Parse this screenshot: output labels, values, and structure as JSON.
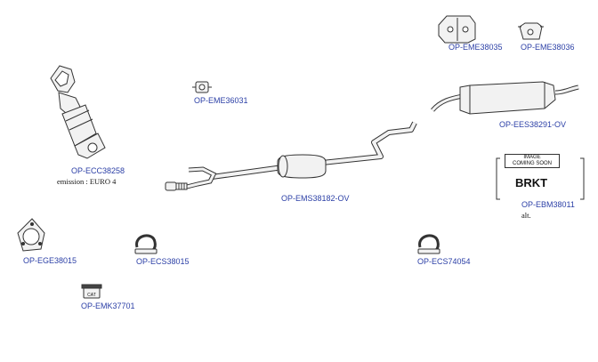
{
  "parts": {
    "catalyst": {
      "code": "OP-ECC38258",
      "note": "emission : EURO 4"
    },
    "mount_36031": {
      "code": "OP-EME36031"
    },
    "mount_38035": {
      "code": "OP-EME38035"
    },
    "mount_38036": {
      "code": "OP-EME38036"
    },
    "rear_silencer": {
      "code": "OP-EES38291-OV"
    },
    "middle_pipe": {
      "code": "OP-EMS38182-OV"
    },
    "bracket": {
      "code": "OP-EBM38011",
      "note": "alt.",
      "image_tag_line1": "IMAGE",
      "image_tag_line2": "COMING SOON",
      "text": "BRKT"
    },
    "gasket": {
      "code": "OP-EGE38015"
    },
    "clamp_38015": {
      "code": "OP-ECS38015"
    },
    "clamp_74054": {
      "code": "OP-ECS74054"
    },
    "fitting_kit": {
      "code": "OP-EMK37701",
      "icon_text": "CAT"
    }
  },
  "colors": {
    "label": "#2b3fa6",
    "line": "#333333",
    "part_fill": "#f2f2f2"
  }
}
